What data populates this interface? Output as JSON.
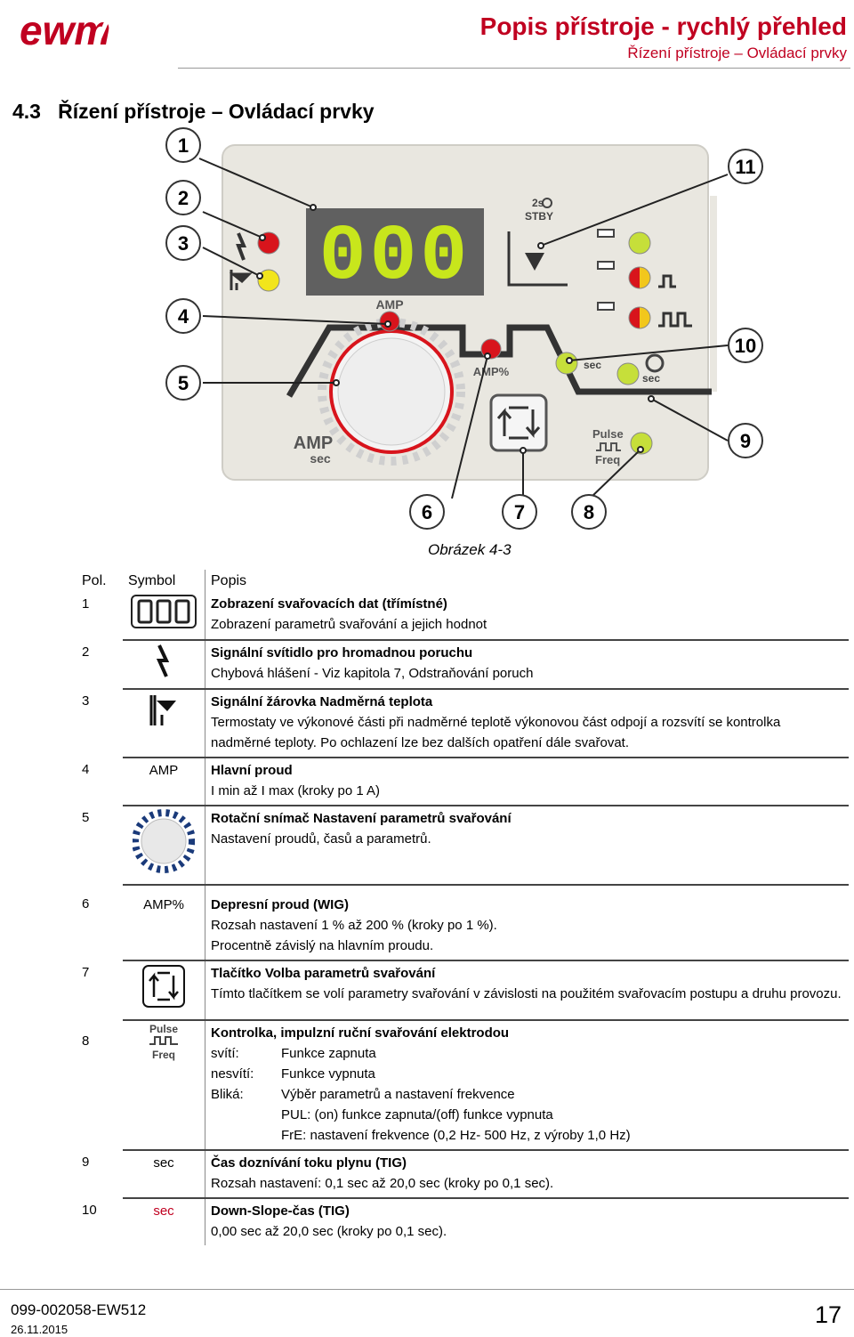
{
  "header": {
    "logo_text": "ewm",
    "title": "Popis přístroje - rychlý přehled",
    "subtitle": "Řízení přístroje – Ovládací prvky"
  },
  "section": {
    "number": "4.3",
    "title": "Řízení přístroje – Ovládací prvky"
  },
  "figure": {
    "callouts": [
      "1",
      "2",
      "3",
      "4",
      "5",
      "6",
      "7",
      "8",
      "9",
      "10",
      "11"
    ],
    "display_digits": "000",
    "labels": {
      "amp": "AMP",
      "amp_pct": "AMP%",
      "two_s": "2s",
      "stby": "STBY",
      "sec_small": "sec",
      "sec_red": "sec",
      "amp_sec_top": "AMP",
      "amp_sec_bottom": "sec",
      "pulse": "Pulse",
      "freq": "Freq"
    },
    "caption": "Obrázek 4-3"
  },
  "table": {
    "headers": {
      "pos": "Pol.",
      "symbol": "Symbol",
      "desc": "Popis"
    },
    "rows": [
      {
        "pos": "1",
        "title": "Zobrazení svařovacích dat (třímístné)",
        "lines": [
          "Zobrazení parametrů svařování a jejich hodnot"
        ]
      },
      {
        "pos": "2",
        "title": "Signální svítidlo pro hromadnou poruchu",
        "lines": [
          "Chybová hlášení - Viz kapitola 7, Odstraňování poruch"
        ]
      },
      {
        "pos": "3",
        "title": "Signální žárovka Nadměrná teplota",
        "lines": [
          "Termostaty ve výkonové části při nadměrné teplotě výkonovou část odpojí a rozsvítí se kontrolka nadměrné teploty. Po ochlazení lze bez dalších opatření dále svařovat."
        ]
      },
      {
        "pos": "4",
        "symbol_text": "AMP",
        "title": "Hlavní proud",
        "lines": [
          "I min až I max (kroky po 1 A)"
        ]
      },
      {
        "pos": "5",
        "title": "Rotační snímač Nastavení parametrů svařování",
        "lines": [
          "Nastavení proudů, časů a parametrů."
        ]
      },
      {
        "pos": "6",
        "symbol_text": "AMP%",
        "title": "Depresní proud (WIG)",
        "lines": [
          "Rozsah nastavení 1 % až 200 %  (kroky po 1 %).",
          "Procentně závislý na hlavním proudu."
        ]
      },
      {
        "pos": "7",
        "title": "Tlačítko Volba parametrů svařování",
        "lines": [
          "Tímto tlačítkem se volí parametry svařování v závislosti na použitém svařovacím postupu a druhu provozu."
        ]
      },
      {
        "pos": "8",
        "symbol_top": "Pulse",
        "symbol_bottom": "Freq",
        "title": "Kontrolka, impulzní ruční svařování elektrodou",
        "states": [
          {
            "k": "svítí:",
            "v": "Funkce zapnuta"
          },
          {
            "k": "nesvítí:",
            "v": "Funkce vypnuta"
          },
          {
            "k": "Bliká:",
            "v": "Výběr parametrů a nastavení frekvence"
          },
          {
            "k": "",
            "v": "PUL: (on) funkce zapnuta/(off) funkce vypnuta"
          },
          {
            "k": "",
            "v": "FrE: nastavení frekvence (0,2 Hz- 500 Hz, z výroby 1,0 Hz)"
          }
        ]
      },
      {
        "pos": "9",
        "symbol_text": "sec",
        "title": "Čas doznívání toku plynu (TIG)",
        "lines": [
          "Rozsah nastavení: 0,1 sec až 20,0 sec (kroky po 0,1 sec)."
        ]
      },
      {
        "pos": "10",
        "symbol_text": "sec",
        "title": "Down-Slope-čas (TIG)",
        "lines": [
          "0,00 sec až 20,0 sec (kroky po 0,1 sec)."
        ]
      }
    ]
  },
  "footer": {
    "doc_id": "099-002058-EW512",
    "date": "26.11.2015",
    "page": "17"
  }
}
